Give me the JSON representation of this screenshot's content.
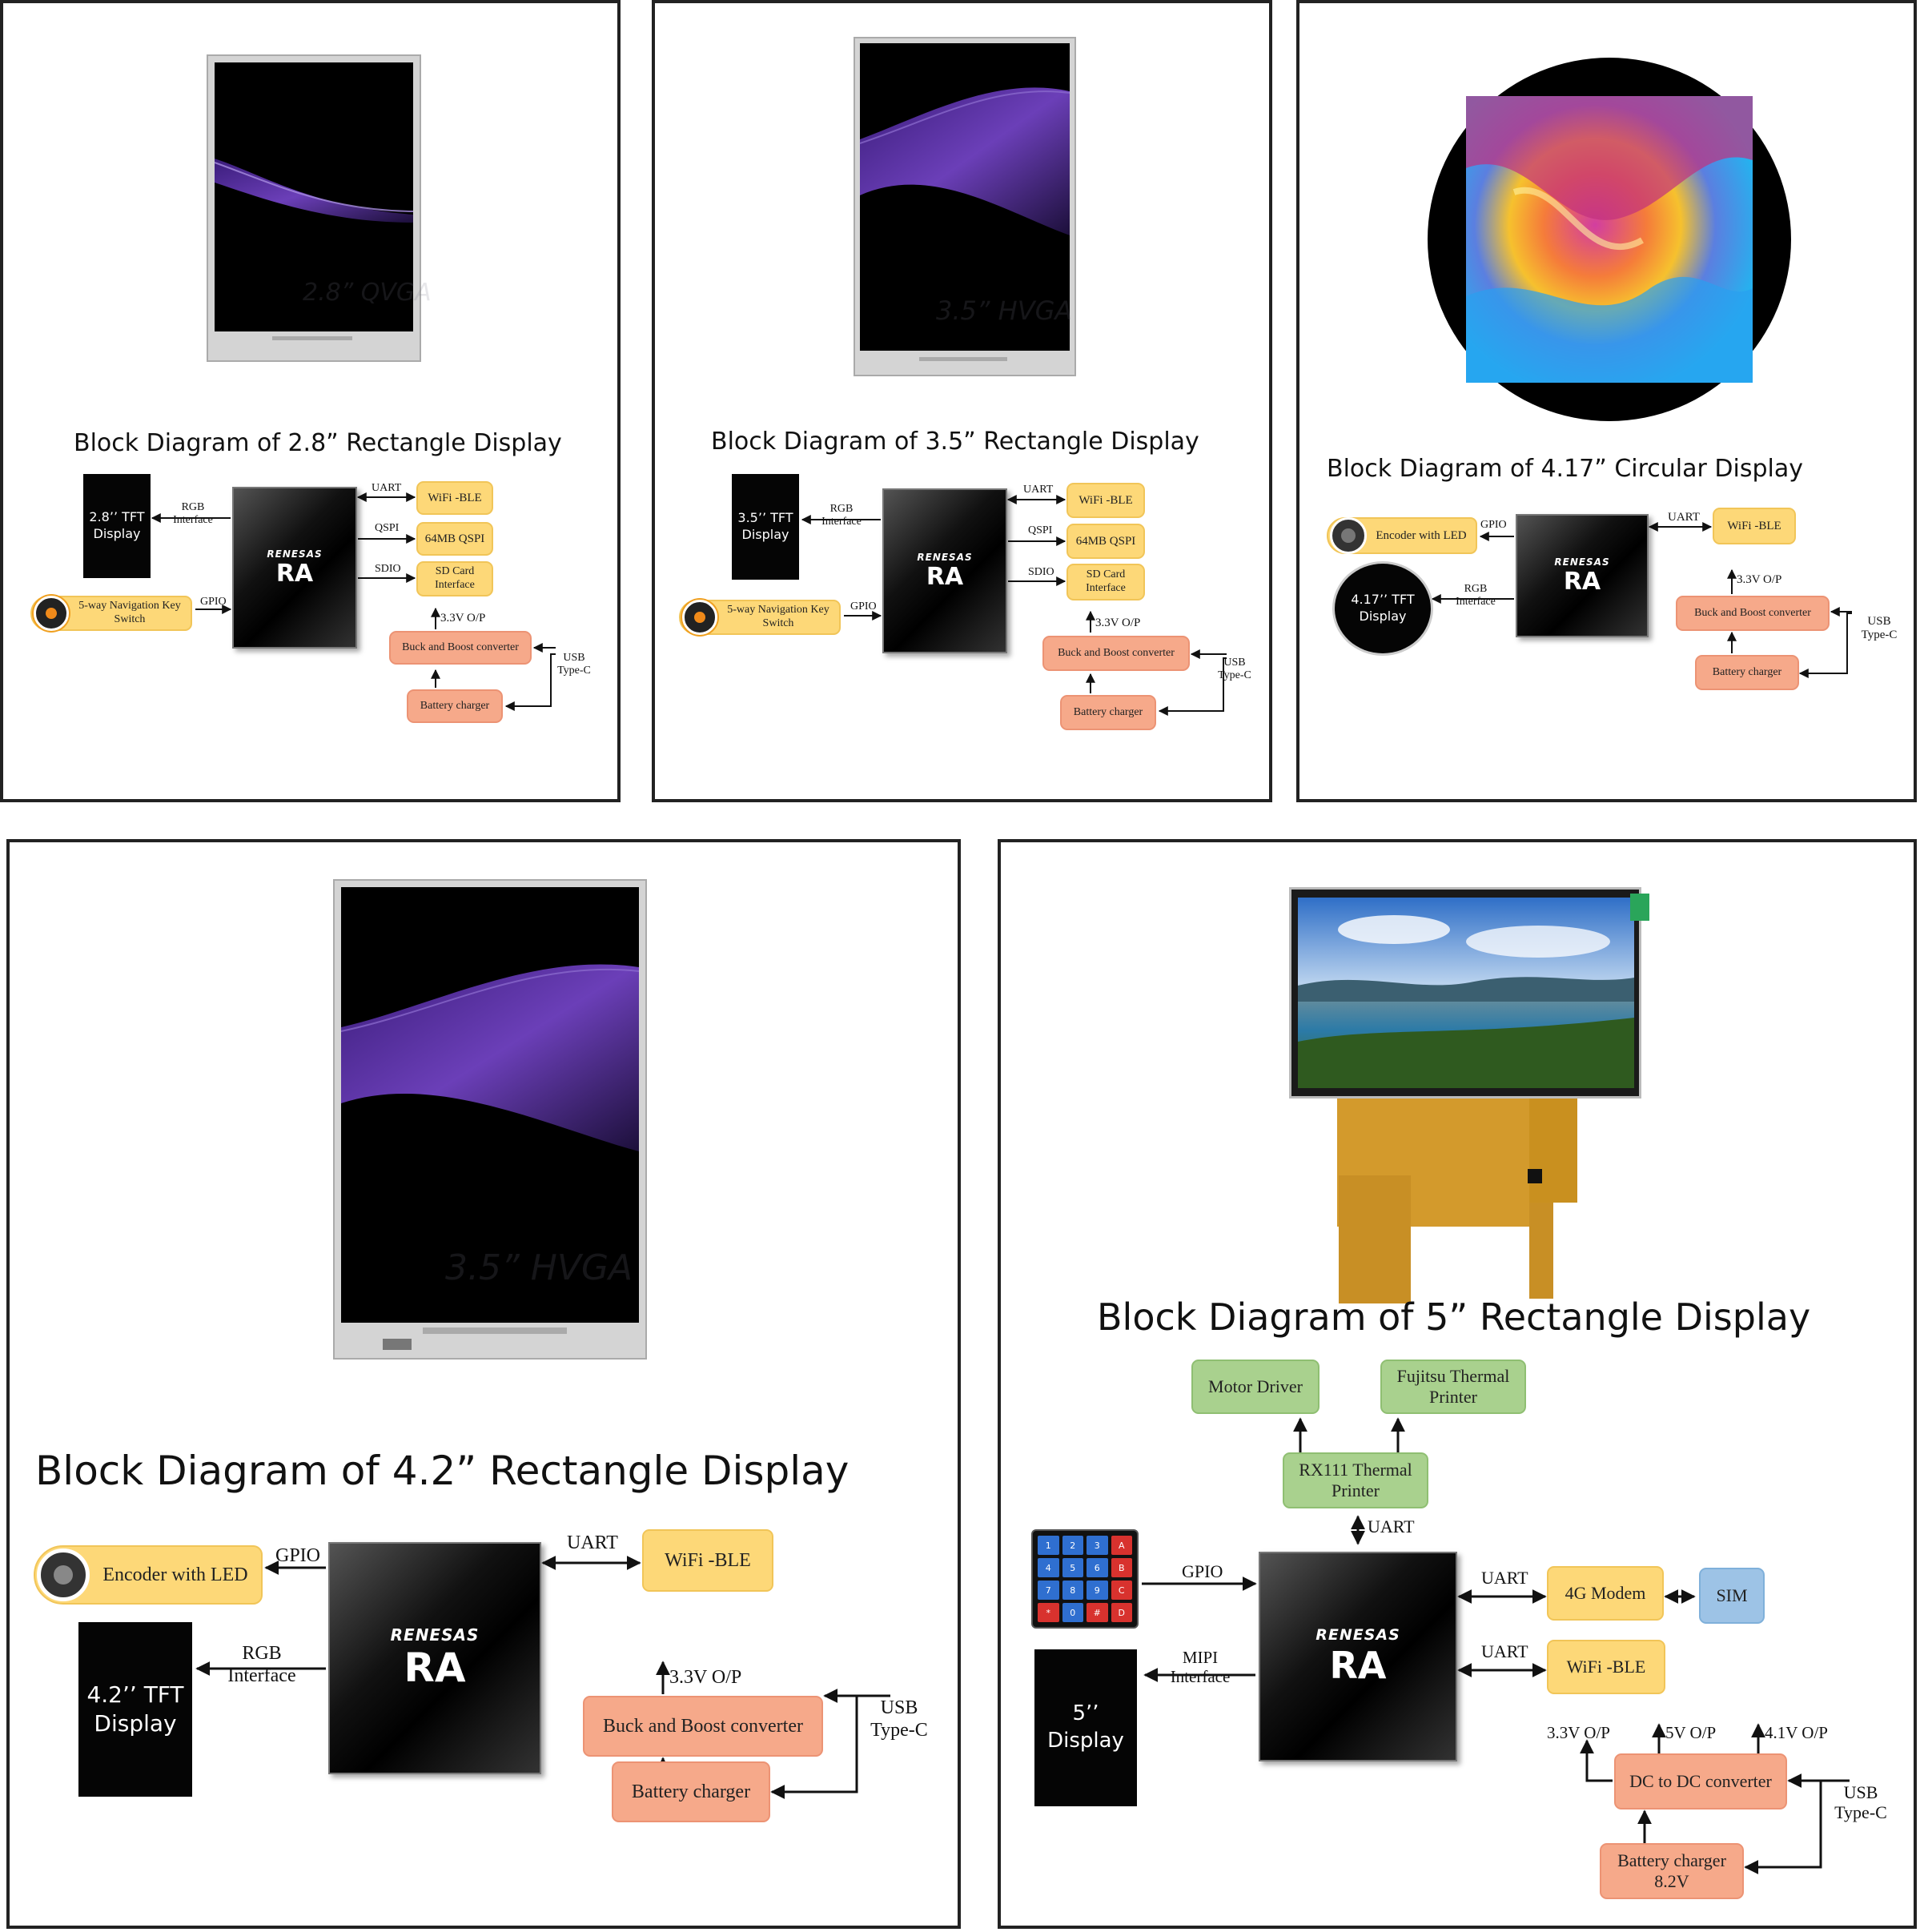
{
  "panel1": {
    "title": "Block Diagram of 2.8” Rectangle Display",
    "watermark": "2.8” QVGA",
    "display": "2.8’’ TFT Display",
    "rgb": "RGB Interface",
    "chip_brand": "RENESAS",
    "chip": "RA",
    "uart": "UART",
    "qspi": "QSPI",
    "sdio": "SDIO",
    "gpio": "GPIO",
    "wifi": "WiFi -BLE",
    "flash": "64MB QSPI",
    "sd": "SD Card Interface",
    "nav": "5-way Navigation Key Switch",
    "vout": "3.3V O/P",
    "buck": "Buck and Boost converter",
    "battery": "Battery charger",
    "usb": "USB Type-C"
  },
  "panel2": {
    "title": "Block Diagram of 3.5” Rectangle Display",
    "watermark": "3.5” HVGA",
    "display": "3.5’’ TFT Display",
    "rgb": "RGB Interface",
    "chip_brand": "RENESAS",
    "chip": "RA",
    "uart": "UART",
    "qspi": "QSPI",
    "sdio": "SDIO",
    "gpio": "GPIO",
    "wifi": "WiFi -BLE",
    "flash": "64MB QSPI",
    "sd": "SD Card Interface",
    "nav": "5-way Navigation Key Switch",
    "vout": "3.3V O/P",
    "buck": "Buck and Boost converter",
    "battery": "Battery charger",
    "usb": "USB Type-C"
  },
  "panel3": {
    "title": "Block Diagram of 4.17” Circular Display",
    "encoder": "Encoder with LED",
    "gpio": "GPIO",
    "uart": "UART",
    "wifi": "WiFi -BLE",
    "display": "4.17’’ TFT Display",
    "rgb": "RGB Interface",
    "chip_brand": "RENESAS",
    "chip": "RA",
    "vout": "3.3V O/P",
    "buck": "Buck and Boost converter",
    "battery": "Battery charger",
    "usb": "USB Type-C"
  },
  "panel4": {
    "title": "Block Diagram of 4.2” Rectangle Display",
    "watermark": "3.5” HVGA",
    "encoder": "Encoder with LED",
    "gpio": "GPIO",
    "uart": "UART",
    "wifi": "WiFi -BLE",
    "display": "4.2’’ TFT Display",
    "rgb": "RGB Interface",
    "chip_brand": "RENESAS",
    "chip": "RA",
    "vout": "3.3V O/P",
    "buck": "Buck and Boost converter",
    "battery": "Battery charger",
    "usb": "USB Type-C"
  },
  "panel5": {
    "title": "Block Diagram of 5” Rectangle Display",
    "motor": "Motor Driver",
    "printer": "Fujitsu Thermal Printer",
    "rx111": "RX111 Thermal Printer",
    "uart_top": "UART",
    "gpio": "GPIO",
    "keypad": [
      "1",
      "2",
      "3",
      "A",
      "4",
      "5",
      "6",
      "B",
      "7",
      "8",
      "9",
      "C",
      "*",
      "0",
      "#",
      "D"
    ],
    "chip_brand": "RENESAS",
    "chip": "RA",
    "uart1": "UART",
    "modem": "4G Modem",
    "sim": "SIM",
    "uart2": "UART",
    "wifi": "WiFi -BLE",
    "mipi": "MIPI Interface",
    "display": "5’’ Display",
    "v33": "3.3V O/P",
    "v5": "5V O/P",
    "v41": "4.1V O/P",
    "dcdc": "DC to DC converter",
    "battery": "Battery charger 8.2V",
    "usb": "USB Type-C"
  },
  "colors": {
    "yellow": "#fdd878",
    "orange": "#f6a98a",
    "green": "#a9d18e",
    "blue": "#9dc3e6"
  }
}
